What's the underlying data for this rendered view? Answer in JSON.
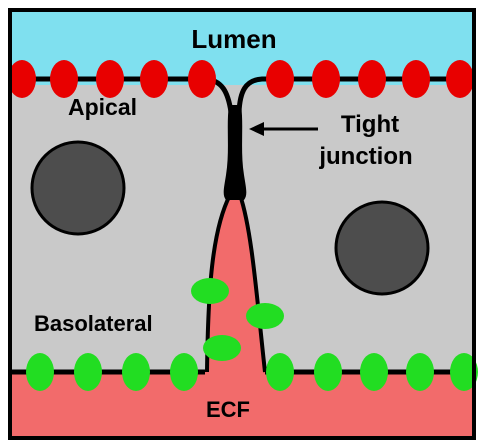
{
  "labels": {
    "lumen": "Lumen",
    "apical": "Apical",
    "tight_line1": "Tight",
    "tight_line2": "junction",
    "basolateral": "Basolateral",
    "ecf": "ECF"
  },
  "colors": {
    "lumen": "#7fe0ef",
    "cytoplasm": "#c9c9c9",
    "ecf": "#f26b6b",
    "nucleus": "#4d4d4d",
    "apical_protein": "#e80000",
    "basolateral_protein": "#22dd22",
    "membrane": "#000000",
    "border": "#000000"
  }
}
